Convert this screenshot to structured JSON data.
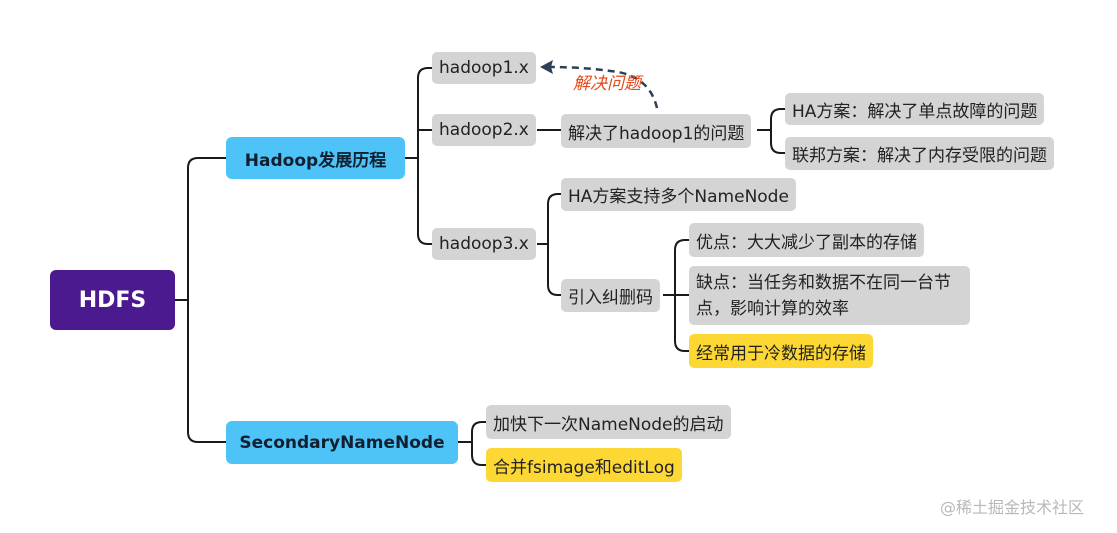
{
  "root": "HDFS",
  "branches": {
    "history": "Hadoop发展历程",
    "secondary": "SecondaryNameNode"
  },
  "versions": {
    "v1": "hadoop1.x",
    "v2": "hadoop2.x",
    "v3": "hadoop3.x"
  },
  "v2_detail": {
    "solved": "解决了hadoop1的问题",
    "ha": "HA方案：解决了单点故障的问题",
    "federation": "联邦方案：解决了内存受限的问题"
  },
  "v3_detail": {
    "multi_namenode": "HA方案支持多个NameNode",
    "erasure": "引入纠删码",
    "advantage": "优点：大大减少了副本的存储",
    "disadvantage": "缺点：当任务和数据不在同一台节点，影响计算的效率",
    "usage": "经常用于冷数据的存储"
  },
  "secondary_detail": {
    "speed": "加快下一次NameNode的启动",
    "merge": "合并fsimage和editLog"
  },
  "annotation": "解决问题",
  "watermark": "@稀土掘金技术社区",
  "colors": {
    "root": "#4b1a8f",
    "level1": "#4ec3f7",
    "leaf": "#d4d4d4",
    "highlight": "#fdd835",
    "annotation": "#e64a19"
  }
}
